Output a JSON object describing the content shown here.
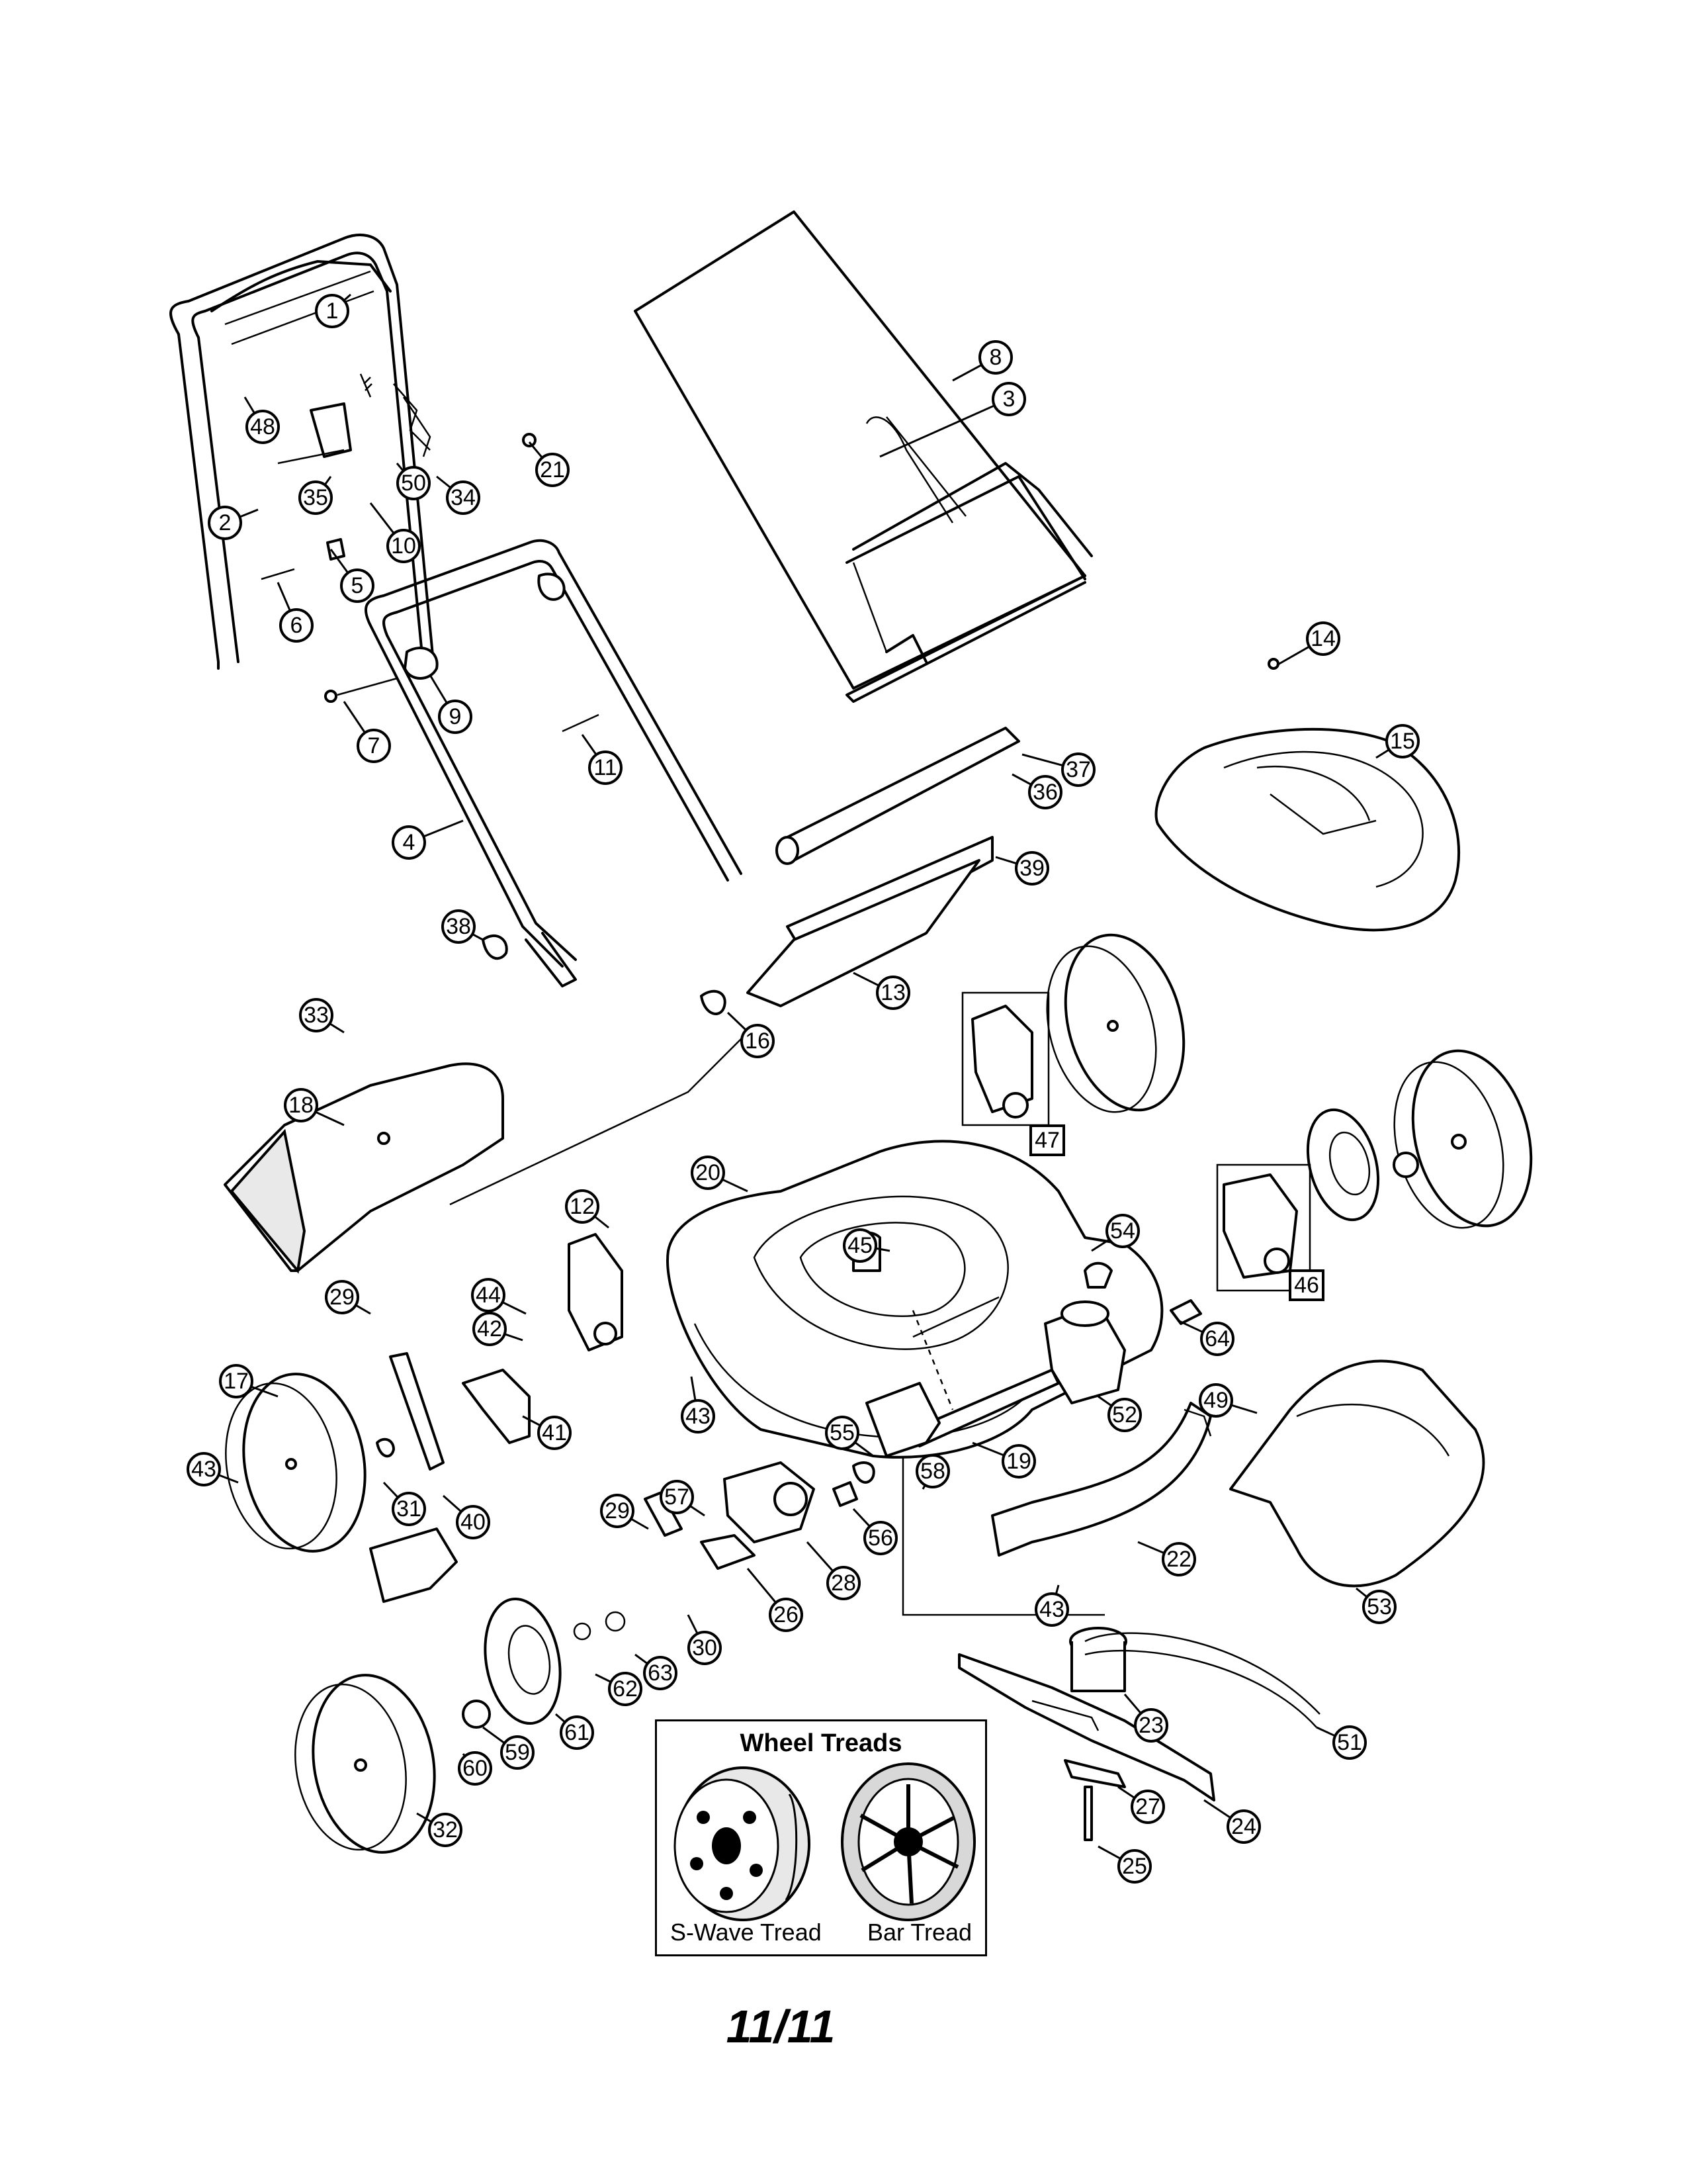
{
  "page_number": "11/11",
  "wheel_treads": {
    "title": "Wheel Treads",
    "s_wave_label": "S-Wave Tread",
    "bar_label": "Bar Tread"
  },
  "callouts": [
    {
      "id": "c1",
      "label": "1"
    },
    {
      "id": "c2",
      "label": "2"
    },
    {
      "id": "c3",
      "label": "3"
    },
    {
      "id": "c4",
      "label": "4"
    },
    {
      "id": "c5",
      "label": "5"
    },
    {
      "id": "c6",
      "label": "6"
    },
    {
      "id": "c7",
      "label": "7"
    },
    {
      "id": "c8",
      "label": "8"
    },
    {
      "id": "c9",
      "label": "9"
    },
    {
      "id": "c10",
      "label": "10"
    },
    {
      "id": "c11",
      "label": "11"
    },
    {
      "id": "c12",
      "label": "12"
    },
    {
      "id": "c13",
      "label": "13"
    },
    {
      "id": "c14",
      "label": "14"
    },
    {
      "id": "c15",
      "label": "15"
    },
    {
      "id": "c16",
      "label": "16"
    },
    {
      "id": "c17",
      "label": "17"
    },
    {
      "id": "c18",
      "label": "18"
    },
    {
      "id": "c19",
      "label": "19"
    },
    {
      "id": "c20",
      "label": "20"
    },
    {
      "id": "c21",
      "label": "21"
    },
    {
      "id": "c22",
      "label": "22"
    },
    {
      "id": "c23",
      "label": "23"
    },
    {
      "id": "c24",
      "label": "24"
    },
    {
      "id": "c25",
      "label": "25"
    },
    {
      "id": "c26",
      "label": "26"
    },
    {
      "id": "c27",
      "label": "27"
    },
    {
      "id": "c28",
      "label": "28"
    },
    {
      "id": "c29a",
      "label": "29"
    },
    {
      "id": "c29b",
      "label": "29"
    },
    {
      "id": "c30",
      "label": "30"
    },
    {
      "id": "c31",
      "label": "31"
    },
    {
      "id": "c32",
      "label": "32"
    },
    {
      "id": "c33",
      "label": "33"
    },
    {
      "id": "c34",
      "label": "34"
    },
    {
      "id": "c35",
      "label": "35"
    },
    {
      "id": "c36",
      "label": "36"
    },
    {
      "id": "c37",
      "label": "37"
    },
    {
      "id": "c38",
      "label": "38"
    },
    {
      "id": "c39",
      "label": "39"
    },
    {
      "id": "c40",
      "label": "40"
    },
    {
      "id": "c41",
      "label": "41"
    },
    {
      "id": "c42",
      "label": "42"
    },
    {
      "id": "c43a",
      "label": "43"
    },
    {
      "id": "c43b",
      "label": "43"
    },
    {
      "id": "c43c",
      "label": "43"
    },
    {
      "id": "c44",
      "label": "44"
    },
    {
      "id": "c45",
      "label": "45"
    },
    {
      "id": "c46",
      "label": "46"
    },
    {
      "id": "c47",
      "label": "47"
    },
    {
      "id": "c48",
      "label": "48"
    },
    {
      "id": "c49",
      "label": "49"
    },
    {
      "id": "c50",
      "label": "50"
    },
    {
      "id": "c51",
      "label": "51"
    },
    {
      "id": "c52",
      "label": "52"
    },
    {
      "id": "c53",
      "label": "53"
    },
    {
      "id": "c54",
      "label": "54"
    },
    {
      "id": "c55",
      "label": "55"
    },
    {
      "id": "c56",
      "label": "56"
    },
    {
      "id": "c57",
      "label": "57"
    },
    {
      "id": "c58",
      "label": "58"
    },
    {
      "id": "c59",
      "label": "59"
    },
    {
      "id": "c60",
      "label": "60"
    },
    {
      "id": "c61",
      "label": "61"
    },
    {
      "id": "c62",
      "label": "62"
    },
    {
      "id": "c63",
      "label": "63"
    },
    {
      "id": "c64",
      "label": "64"
    }
  ]
}
